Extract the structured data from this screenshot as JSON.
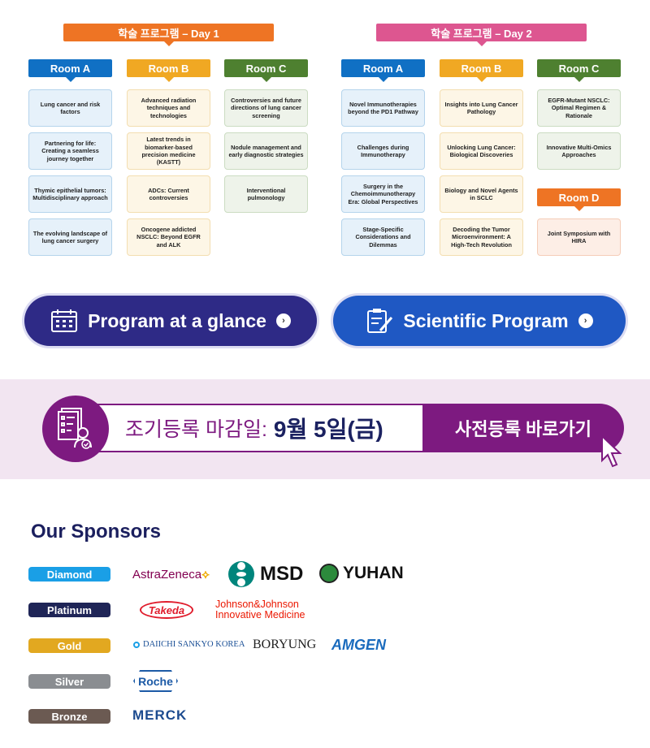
{
  "day1": {
    "title": "학술 프로그램 – Day 1",
    "rooms": [
      {
        "name": "Room A",
        "sessions": [
          "Lung cancer and risk factors",
          "Partnering for life: Creating a seamless journey together",
          "Thymic epithelial tumors: Multidisciplinary approach",
          "The evolving landscape of lung cancer surgery"
        ]
      },
      {
        "name": "Room B",
        "sessions": [
          "Advanced radiation techniques and technologies",
          "Latest trends in biomarker-based precision medicine (KASTT)",
          "ADCs: Current controversies",
          "Oncogene addicted NSCLC: Beyond EGFR and ALK"
        ]
      },
      {
        "name": "Room C",
        "sessions": [
          "Controversies and future directions of lung cancer screening",
          "Nodule management and early diagnostic strategies",
          "Interventional pulmonology"
        ]
      }
    ]
  },
  "day2": {
    "title": "학술 프로그램 – Day 2",
    "rooms": [
      {
        "name": "Room A",
        "sessions": [
          "Novel Immunotherapies beyond the PD1 Pathway",
          "Challenges during Immunotherapy",
          "Surgery in the Chemoimmunotherapy Era: Global Perspectives",
          "Stage-Specific Considerations and Dilemmas"
        ]
      },
      {
        "name": "Room B",
        "sessions": [
          "Insights into Lung Cancer Pathology",
          "Unlocking Lung Cancer: Biological Discoveries",
          "Biology and Novel Agents in SCLC",
          "Decoding the Tumor Microenvironment: A High-Tech Revolution"
        ]
      },
      {
        "name": "Room C",
        "sessions": [
          "EGFR-Mutant NSCLC: Optimal Regimen & Rationale",
          "Innovative Multi-Omics Approaches"
        ]
      },
      {
        "name": "Room D",
        "sessions": [
          "Joint Symposium with HIRA"
        ]
      }
    ]
  },
  "buttons": {
    "glance": "Program at a glance",
    "scientific": "Scientific Program"
  },
  "banner": {
    "deadline_label": "조기등록 마감일:",
    "deadline_date": "9월 5일(금)",
    "cta": "사전등록 바로가기"
  },
  "sponsors": {
    "title": "Our Sponsors",
    "tiers": [
      {
        "name": "Diamond",
        "color": "#1a9fe6",
        "logos": [
          "AstraZeneca",
          "MSD",
          "YUHAN"
        ]
      },
      {
        "name": "Platinum",
        "color": "#1f2557",
        "logos": [
          "Takeda",
          "Johnson&Johnson",
          "Innovative Medicine"
        ]
      },
      {
        "name": "Gold",
        "color": "#e2a820",
        "logos": [
          "DAIICHI SANKYO KOREA",
          "BORYUNG",
          "AMGEN"
        ]
      },
      {
        "name": "Silver",
        "color": "#8a8d91",
        "logos": [
          "Roche"
        ]
      },
      {
        "name": "Bronze",
        "color": "#6b5a52",
        "logos": [
          "MERCK"
        ]
      }
    ]
  }
}
